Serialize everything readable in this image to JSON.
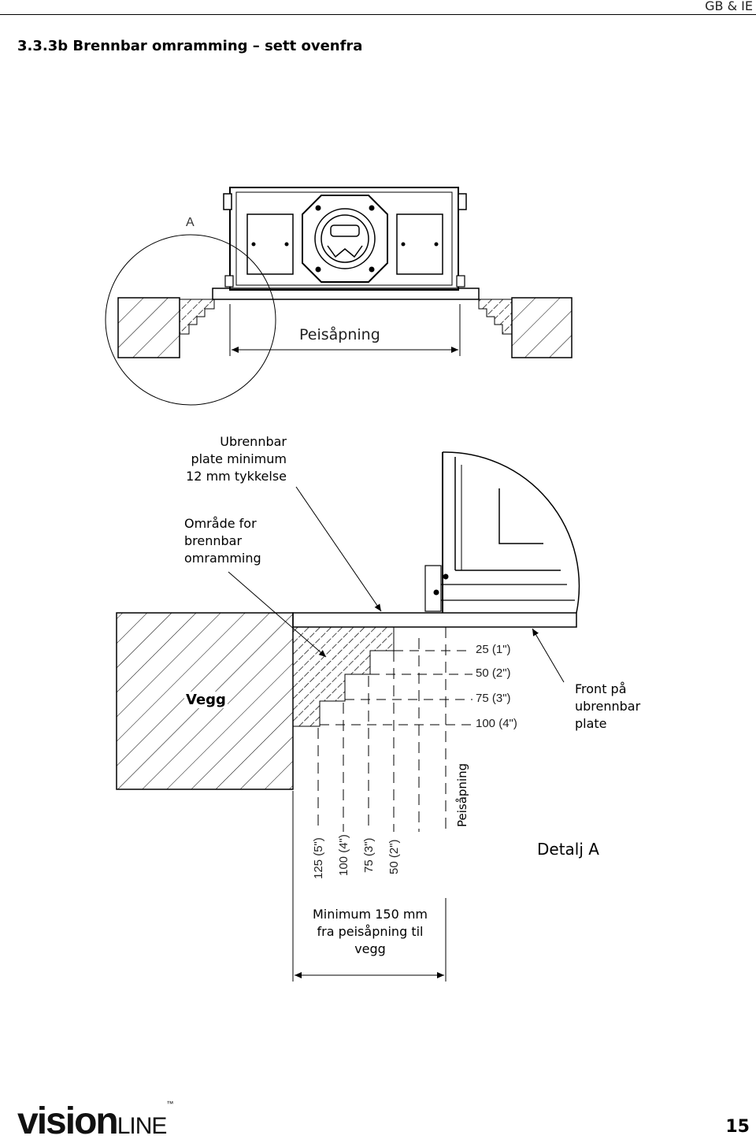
{
  "header": {
    "region_tag": "GB & IE",
    "section_title": "3.3.3b Brennbar omramming – sett ovenfra"
  },
  "top_view": {
    "detail_marker": "A",
    "opening_label": "Peisåpning"
  },
  "detail": {
    "noncombustible_label": [
      "Ubrennbar",
      "plate minimum",
      "12 mm tykkelse"
    ],
    "combustible_area_label": [
      "Område for",
      "brennbar",
      "omramming"
    ],
    "wall_label": "Vegg",
    "depth_dims": [
      "25 (1\")",
      "50 (2\")",
      "75 (3\")",
      "100 (4\")"
    ],
    "front_label": [
      "Front på",
      "ubrennbar",
      "plate"
    ],
    "opening_label_vertical": "Peisåpning",
    "distance_dims": [
      "125 (5\")",
      "100 (4\")",
      "75 (3\")",
      "50 (2\")"
    ],
    "detail_title": "Detalj A",
    "minimum_label": [
      "Minimum 150 mm",
      "fra peisåpning til",
      "vegg"
    ]
  },
  "footer": {
    "logo_bold": "vision",
    "logo_light": "LINE",
    "logo_tm": "™",
    "page_number": "15"
  }
}
